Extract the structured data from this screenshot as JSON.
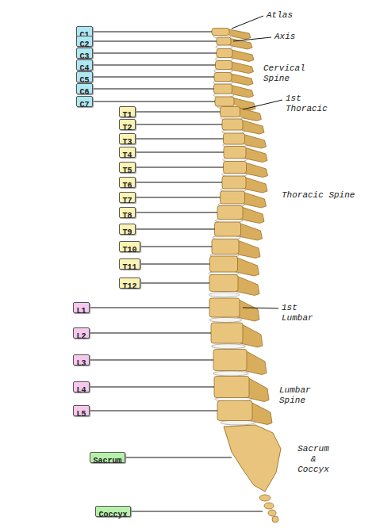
{
  "diagram": {
    "nodes": [
      {
        "text": [
          "C1"
        ]
      },
      {
        "text": [
          "C2"
        ]
      },
      {
        "text": [
          "C3"
        ]
      },
      {
        "text": [
          "C4"
        ]
      },
      {
        "text": [
          "C5"
        ]
      },
      {
        "text": [
          "C6"
        ]
      },
      {
        "text": [
          "C7"
        ]
      },
      {
        "text": [
          "T1"
        ]
      },
      {
        "text": [
          "T2"
        ]
      },
      {
        "text": [
          "T3"
        ]
      },
      {
        "text": [
          "T4"
        ]
      },
      {
        "text": [
          "T5"
        ]
      },
      {
        "text": [
          "T6"
        ]
      },
      {
        "text": [
          "T7"
        ]
      },
      {
        "text": [
          "T8"
        ]
      },
      {
        "text": [
          "T9"
        ]
      },
      {
        "text": [
          "T10"
        ]
      },
      {
        "text": [
          "T11"
        ]
      },
      {
        "text": [
          "T12"
        ]
      },
      {
        "text": [
          "L1"
        ]
      },
      {
        "text": [
          "L2"
        ]
      },
      {
        "text": [
          "L3"
        ]
      },
      {
        "text": [
          "L4"
        ]
      },
      {
        "text": [
          "L5"
        ]
      },
      {
        "text": [
          "Sacrum"
        ]
      },
      {
        "text": [
          "Coccyx"
        ]
      }
    ],
    "labels": [
      "Atlas",
      "Axis",
      "Cervical Spine",
      "1st Thoracic",
      "Thoracic Spine",
      "1st Lumbar",
      "Lumbar Spine",
      "Sacrum & Coccyx"
    ]
  }
}
